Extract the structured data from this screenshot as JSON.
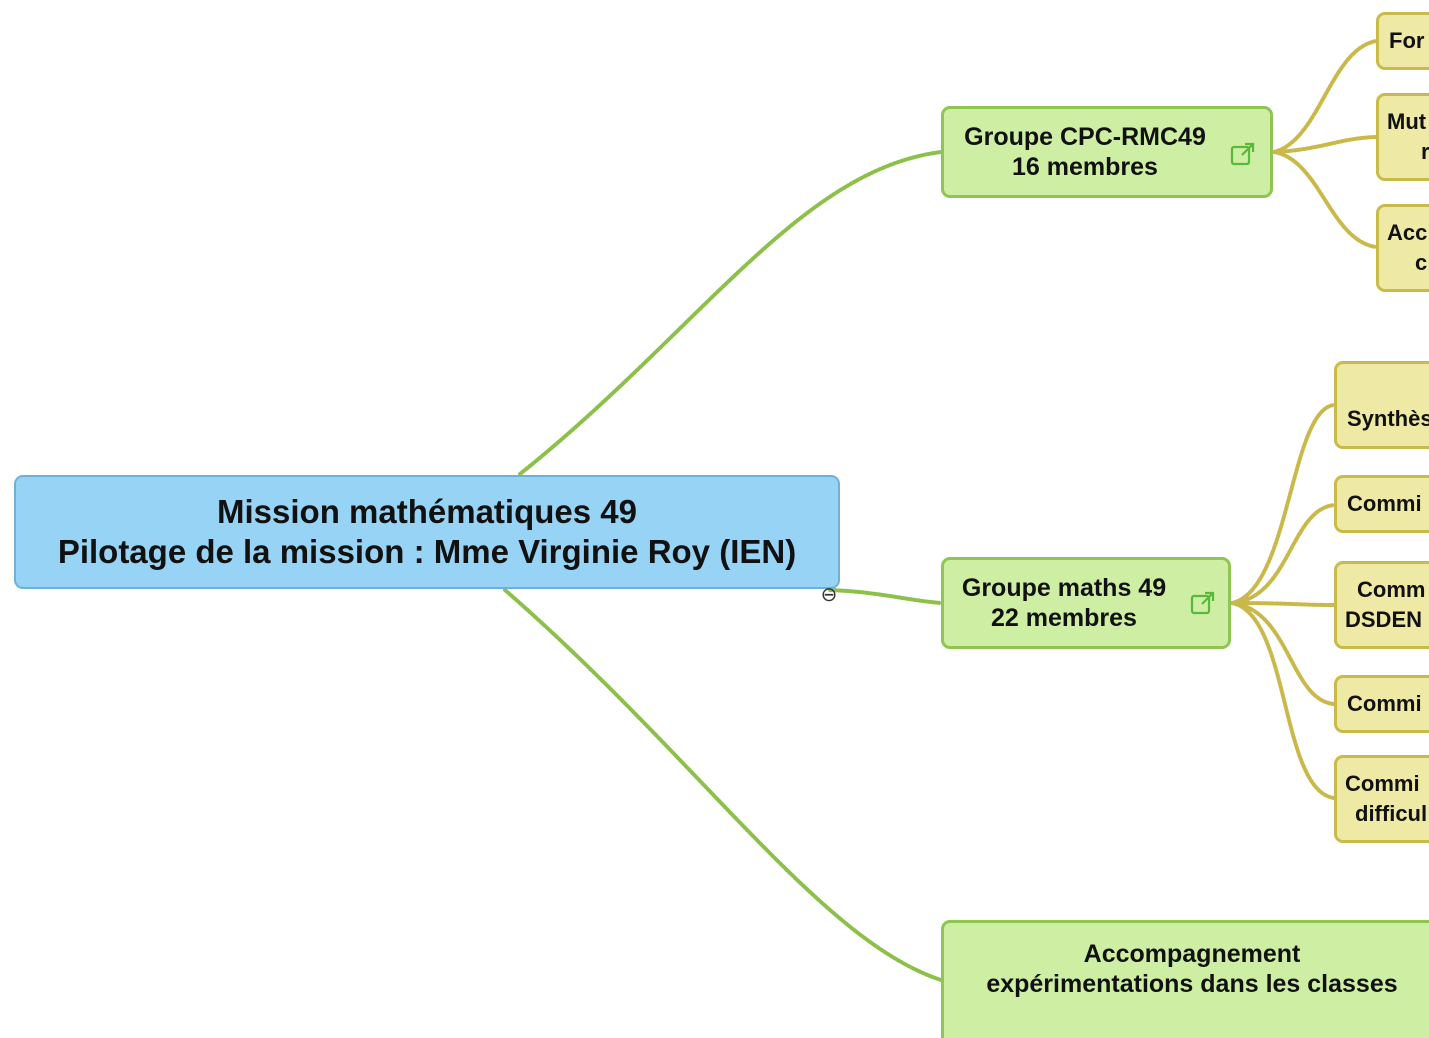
{
  "root": {
    "line1": "Mission mathématiques 49",
    "line2": "Pilotage de la mission : Mme Virginie Roy (IEN)"
  },
  "groups": [
    {
      "line1": "Groupe CPC-RMC49",
      "line2": "16 membres",
      "icon": "external-link-icon"
    },
    {
      "line1": "Groupe maths 49",
      "line2": "22 membres",
      "icon": "external-link-icon"
    },
    {
      "line1": "Accompagnement",
      "line2": "expérimentations dans les classes"
    }
  ],
  "cpc_children": [
    {
      "line1": "For",
      "line2": ""
    },
    {
      "line1": "Mut",
      "line2": "r"
    },
    {
      "line1": "Acc",
      "line2": "c"
    }
  ],
  "maths_children": [
    {
      "line1": "",
      "line2": "Synthès"
    },
    {
      "line1": "Commi",
      "line2": ""
    },
    {
      "line1": "Comm",
      "line2": "DSDEN"
    },
    {
      "line1": "Commi",
      "line2": ""
    },
    {
      "line1": "Commi",
      "line2": "difficul"
    }
  ],
  "collapse_symbol": "⊖",
  "colors": {
    "root_fill": "#96d3f5",
    "group_fill": "#cdeea3",
    "leaf_fill": "#efe9a6",
    "root_link": "#8cc04a",
    "leaf_link": "#c9b94a"
  }
}
